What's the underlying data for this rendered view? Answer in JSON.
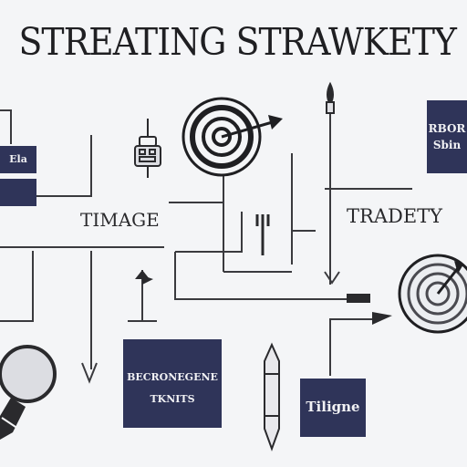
{
  "title": "STREATING STRAWKETY",
  "labels": {
    "left": "TIMAGE",
    "right": "TRADETY"
  },
  "boxes": {
    "top_right": [
      "RBOR",
      "Sbin"
    ],
    "bottom_center": [
      "BECRONEGENE",
      "TKNITS"
    ],
    "bottom_right": "Tiligne",
    "left_small": "Ela"
  },
  "colors": {
    "background": "#f4f5f7",
    "box": "#2f3459",
    "ink": "#2a2a2d"
  },
  "icons": [
    "target-icon",
    "arrow-icon",
    "padlock-icon",
    "magnifier-icon",
    "pen-icon",
    "flag-icon",
    "torch-icon",
    "key-icon"
  ]
}
